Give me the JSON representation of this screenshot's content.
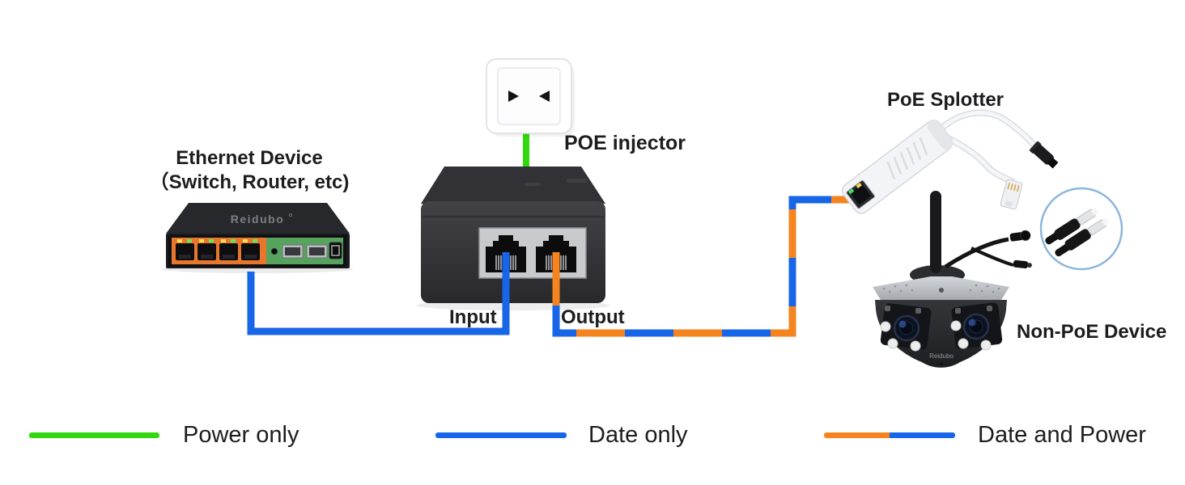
{
  "diagram": {
    "labels": {
      "ethernet_device": "Ethernet Device",
      "ethernet_device_sub": "（Switch, Router, etc)",
      "poe_injector": "POE injector",
      "input": "Input",
      "output": "Output",
      "poe_splitter": "PoE Splotter",
      "non_poe_device": "Non-PoE Device"
    },
    "brands": {
      "switch": "Reidubo",
      "camera": "Reidubo"
    },
    "legend": [
      {
        "label": "Power only",
        "type": "power"
      },
      {
        "label": "Date only",
        "type": "data"
      },
      {
        "label": "Date and Power",
        "type": "data-power"
      }
    ],
    "colors": {
      "power_green": "#32d70d",
      "data_blue": "#1766e8",
      "power_data_orange": "#f5831e"
    }
  }
}
